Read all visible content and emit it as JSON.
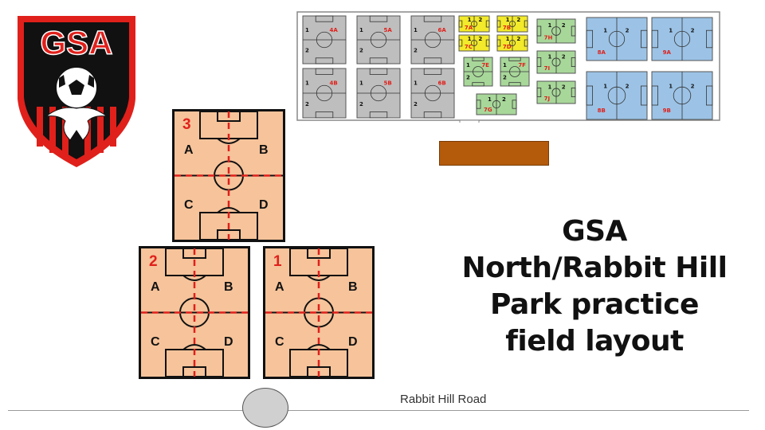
{
  "logo": {
    "text": "GSA"
  },
  "overview": {
    "fields": [
      {
        "id": "4A",
        "color": "#bebebe"
      },
      {
        "id": "5A",
        "color": "#bebebe"
      },
      {
        "id": "6A",
        "color": "#bebebe"
      },
      {
        "id": "4B",
        "color": "#bebebe"
      },
      {
        "id": "5B",
        "color": "#bebebe"
      },
      {
        "id": "6B",
        "color": "#bebebe"
      },
      {
        "id": "7A",
        "color": "#f2ea2a"
      },
      {
        "id": "7B",
        "color": "#f2ea2a"
      },
      {
        "id": "7C",
        "color": "#f2ea2a"
      },
      {
        "id": "7D",
        "color": "#f2ea2a"
      },
      {
        "id": "7E",
        "color": "#a8d79a"
      },
      {
        "id": "7F",
        "color": "#a8d79a"
      },
      {
        "id": "7G",
        "color": "#a8d79a"
      },
      {
        "id": "7H",
        "color": "#a8d79a"
      },
      {
        "id": "7I",
        "color": "#a8d79a"
      },
      {
        "id": "7J",
        "color": "#a8d79a"
      },
      {
        "id": "8A",
        "color": "#9cc3e6"
      },
      {
        "id": "9A",
        "color": "#9cc3e6"
      },
      {
        "id": "8B",
        "color": "#9cc3e6"
      },
      {
        "id": "9B",
        "color": "#9cc3e6"
      }
    ],
    "half_labels": [
      "1",
      "2"
    ]
  },
  "practice_fields": [
    {
      "number": "3",
      "quadrants": [
        "A",
        "B",
        "C",
        "D"
      ]
    },
    {
      "number": "2",
      "quadrants": [
        "A",
        "B",
        "C",
        "D"
      ]
    },
    {
      "number": "1",
      "quadrants": [
        "A",
        "B",
        "C",
        "D"
      ]
    }
  ],
  "title": {
    "lines": [
      "GSA",
      "North/Rabbit Hill",
      "Park practice",
      "field layout"
    ]
  },
  "road": {
    "label": "Rabbit Hill Road"
  },
  "colors": {
    "field_fill": "#f6c39a",
    "divider": "#e0201b",
    "swatch": "#b35a0b"
  }
}
